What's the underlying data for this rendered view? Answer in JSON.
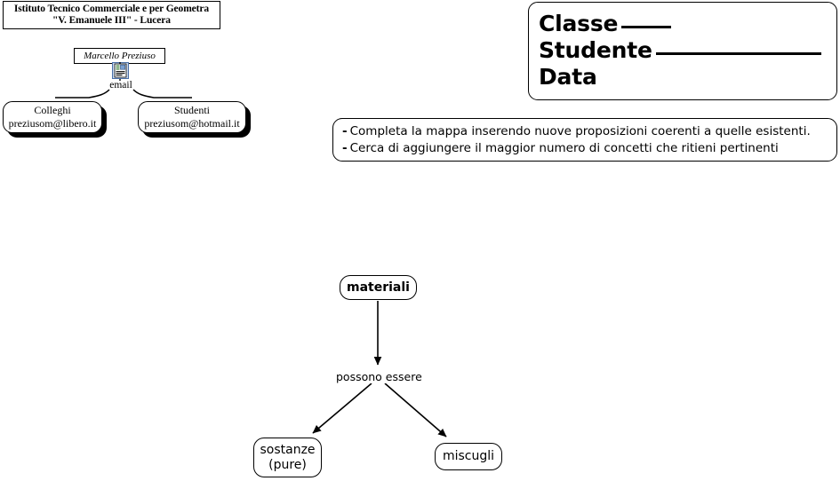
{
  "school_header": {
    "line1": "Istituto Tecnico Commerciale e per Geometra",
    "line2": "\"V. Emanuele III\" - Lucera"
  },
  "author": {
    "name": "Marcello Preziuso",
    "resource_icon": "document-icon",
    "link_label": "email",
    "contacts": [
      {
        "title": "Colleghi",
        "email": "preziusom@libero.it"
      },
      {
        "title": "Studenti",
        "email": "preziusom@hotmail.it"
      }
    ]
  },
  "fields_box": {
    "classe_label": "Classe",
    "studente_label": "Studente",
    "data_label": "Data"
  },
  "instructions": {
    "bullet": "-",
    "line1": "Completa la mappa inserendo nuove proposizioni coerenti a quelle esistenti.",
    "line2": "Cerca di aggiungere il maggior numero di concetti che ritieni pertinenti"
  },
  "concept_map": {
    "root": {
      "label": "materiali"
    },
    "link_phrase": "possono essere",
    "children": [
      {
        "label_line1": "sostanze",
        "label_line2": "(pure)"
      },
      {
        "label_line1": "miscugli",
        "label_line2": ""
      }
    ]
  },
  "colors": {
    "background": "#ffffff",
    "stroke": "#000000",
    "icon_border": "#4a6fa8",
    "icon_body": "#ffffff",
    "icon_lines": "#1a5c1a",
    "icon_thumb": "#7aa0d0"
  }
}
